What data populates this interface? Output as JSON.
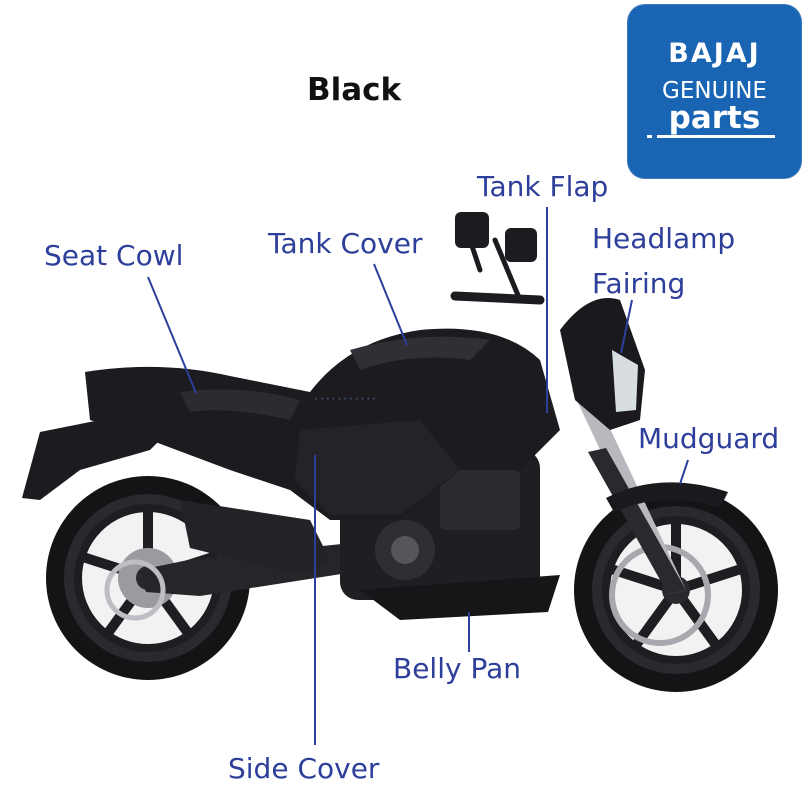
{
  "title": "Black",
  "logo": {
    "brand": "BAJAJ",
    "line1": "GENUINE",
    "line2": "parts",
    "bg_color": "#1a64b4"
  },
  "labels": {
    "tank_flap": "Tank Flap",
    "tank_cover": "Tank Cover",
    "seat_cowl": "Seat Cowl",
    "headlamp_fairing_1": "Headlamp",
    "headlamp_fairing_2": "Fairing",
    "mudguard": "Mudguard",
    "belly_pan": "Belly Pan",
    "side_cover": "Side Cover"
  },
  "colors": {
    "label": "#2e3f9b",
    "bike": "#1c1c20",
    "accent": "#8a8a92"
  }
}
